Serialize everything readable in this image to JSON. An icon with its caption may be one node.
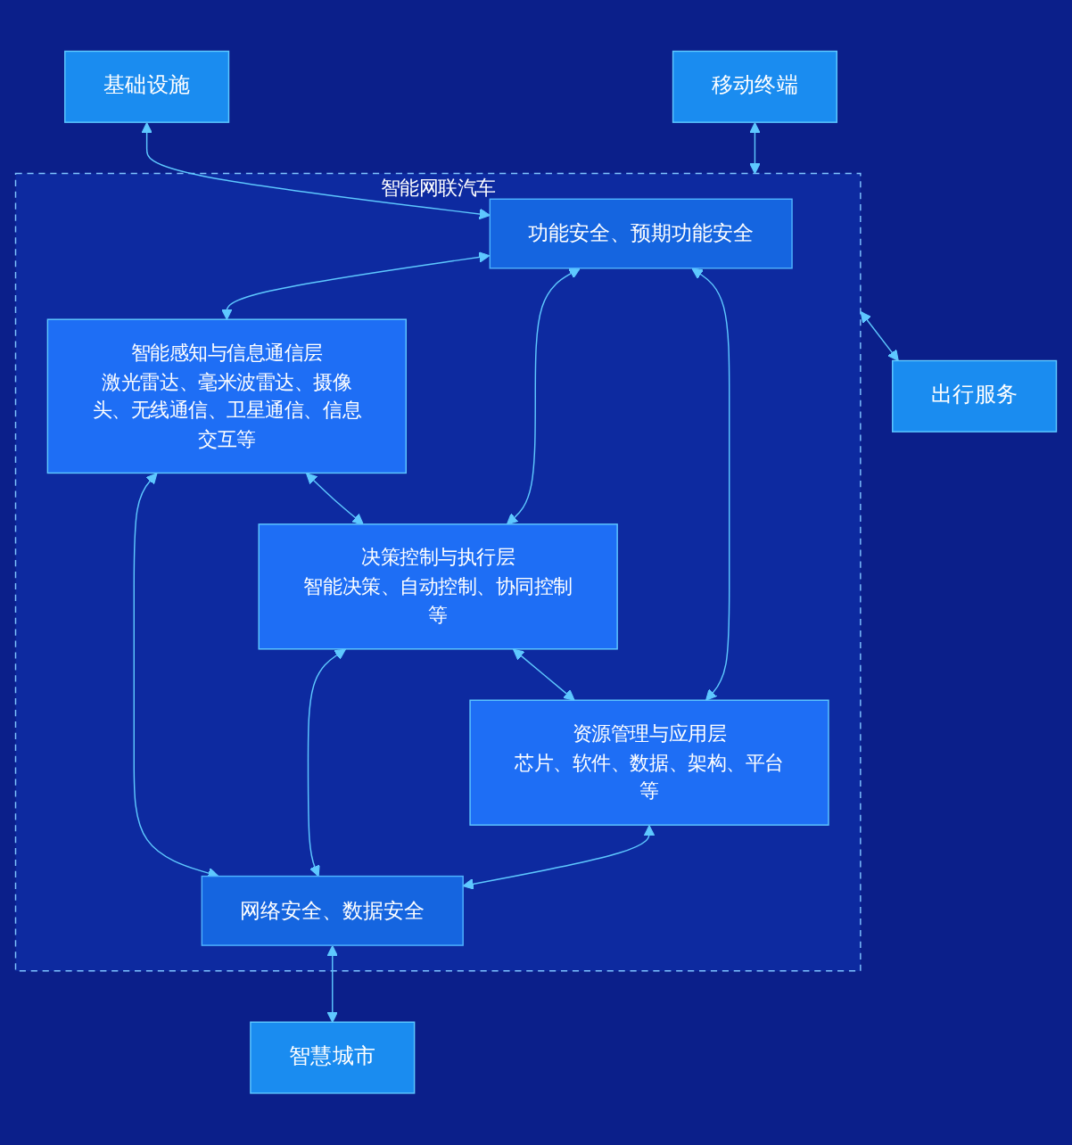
{
  "diagram": {
    "nodes": [
      {
        "text": [
          "移动终端"
        ]
      },
      {
        "text": [
          "智能网联汽车"
        ]
      },
      {
        "text": [
          "功能安全、预期功能安全"
        ],
        "in": 1
      },
      {
        "text": [
          "智能感知与信息通信层",
          "激光雷达、毫米波雷达、摄像头、无线通信、卫星通信、信息交互等"
        ],
        "in": 1
      },
      {
        "text": [
          "决策控制与执行层",
          "智能决策、自动控制、协同控制等"
        ],
        "in": 1
      },
      {
        "text": [
          "资源管理与应用层",
          "芯片、软件、数据、架构、平台等"
        ],
        "in": 1
      },
      {
        "text": [
          "网络安全、数据安全"
        ],
        "in": 1
      },
      {
        "text": [
          "基础设施"
        ]
      },
      {
        "text": [
          "智慧城市"
        ]
      },
      {
        "text": [
          "出行服务"
        ]
      }
    ],
    "edges": [
      {
        "from": 0,
        "to": 1,
        "arrow": "both"
      },
      {
        "from": 7,
        "to": 2,
        "arrow": "both"
      },
      {
        "from": 2,
        "to": 3,
        "arrow": "both"
      },
      {
        "from": 3,
        "to": 6,
        "arrow": "both"
      },
      {
        "from": 3,
        "to": 4,
        "arrow": "both"
      },
      {
        "from": 2,
        "to": 4,
        "arrow": "both"
      },
      {
        "from": 4,
        "to": 6,
        "arrow": "both"
      },
      {
        "from": 4,
        "to": 5,
        "arrow": "both"
      },
      {
        "from": 2,
        "to": 5,
        "arrow": "both"
      },
      {
        "from": 5,
        "to": 6,
        "arrow": "both"
      },
      {
        "from": 6,
        "to": 8,
        "arrow": "both"
      },
      {
        "from": 1,
        "to": 9,
        "arrow": "both"
      }
    ]
  }
}
